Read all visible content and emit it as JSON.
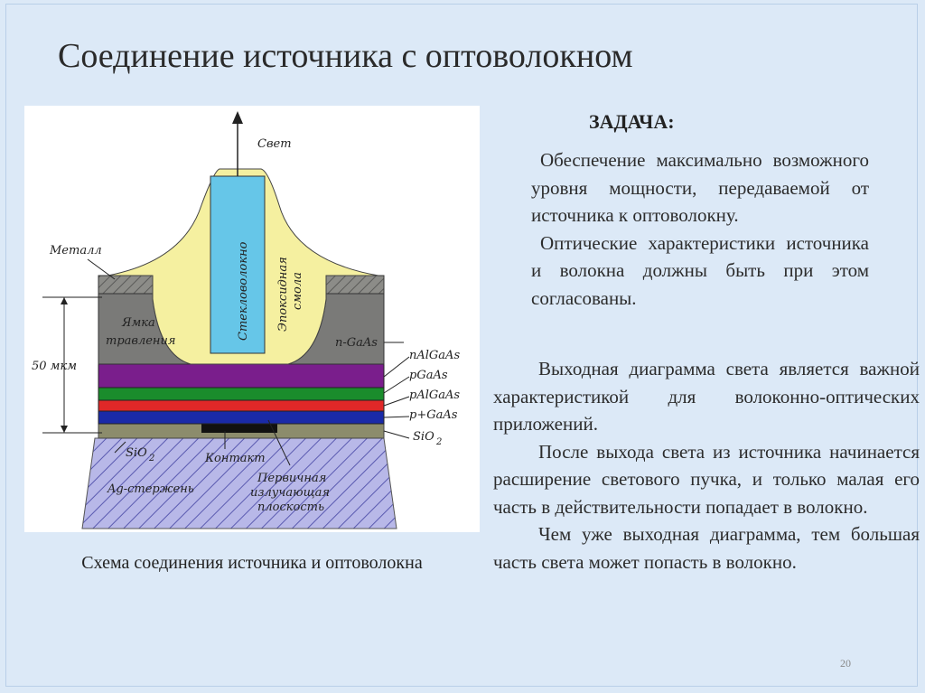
{
  "slide": {
    "title": "Соединение источника с оптоволокном",
    "page_number": "20"
  },
  "figure": {
    "caption": "Схема соединения источника и оптоволокна",
    "labels": {
      "light": "Свет",
      "fiber": "Стекловолокно",
      "epoxy_line1": "Эпоксидная",
      "epoxy_line2": "смола",
      "metal": "Металл",
      "etch_pit_line1": "Ямка",
      "etch_pit_line2": "травления",
      "n_gaas": "n-GaAs",
      "n_algaas": "nAlGaAs",
      "p_gaas": "pGaAs",
      "p_algaas": "pAlGaAs",
      "p_plus_gaas": "p+GaAs",
      "sio2_right": "SiO",
      "sio2_right_sub": "2",
      "sio2_left": "SiO",
      "sio2_left_sub": "2",
      "thickness": "50 мкм",
      "contact": "Контакт",
      "emitting_line1": "Первичная",
      "emitting_line2": "излучающая",
      "emitting_line3": "плоскость",
      "ag_rod": "Ag-стержень"
    },
    "colors": {
      "epoxy": "#f5f0a0",
      "fiber": "#66c6e8",
      "metal": "#8c8c88",
      "n_gaas": "#7a7a78",
      "n_algaas": "#7a1e8c",
      "p_gaas": "#1a8c2c",
      "p_algaas": "#e02828",
      "p_plus_gaas": "#1a2aa8",
      "sio2": "#8c8c6c",
      "ag_rod": "#b8b8e8"
    }
  },
  "task": {
    "heading": "ЗАДАЧА:",
    "paragraphs": [
      "Обеспечение максимально возможного уровня мощности, передаваемой от источника к оптоволокну.",
      "Оптические характеристики источника и волокна должны быть при этом согласованы."
    ]
  },
  "details": {
    "paragraphs": [
      "Выходная диаграмма света является важной характеристикой для волоконно-оптических приложений.",
      "После выхода света из источника начинается расширение светового пучка, и только малая его часть в действительности попадает в волокно.",
      "Чем уже выходная диаграмма, тем большая часть света может попасть в волокно."
    ]
  }
}
